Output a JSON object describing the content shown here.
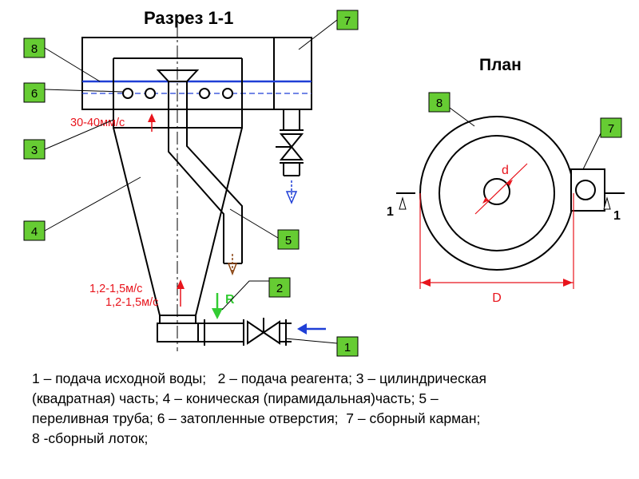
{
  "section_title": "Разрез 1-1",
  "plan_title": "План",
  "callouts": {
    "c1": "1",
    "c2": "2",
    "c3": "3",
    "c4": "4",
    "c5": "5",
    "c6": "6",
    "c7": "7",
    "c8": "8",
    "plan_c7": "7",
    "plan_c8": "8"
  },
  "annotations": {
    "velocity_top": "30-40мм/с",
    "velocity_bottom_1": "1,2-1,5м/с",
    "velocity_bottom_2": "1,2-1,5м/с",
    "reagent_label": "R",
    "diameter_small": "d",
    "diameter_large": "D",
    "section_mark_left": "1",
    "section_mark_right": "1"
  },
  "legend": {
    "line1": "1 – подача исходной воды;   2 – подача реагента; 3 – цилиндрическая",
    "line2": "(квадратная) часть; 4 – коническая (пирамидальная)часть; 5 –",
    "line3": "переливная труба; 6 – затопленные отверстия;  7 – сборный карман;",
    "line4": "8 -сборный лоток;"
  },
  "colors": {
    "callout_fill": "#66cc33",
    "dimension_red": "#e8141c",
    "water_blue": "#1f3fd6",
    "reagent_green": "#33cc33",
    "overflow_brown": "#8b4513"
  }
}
